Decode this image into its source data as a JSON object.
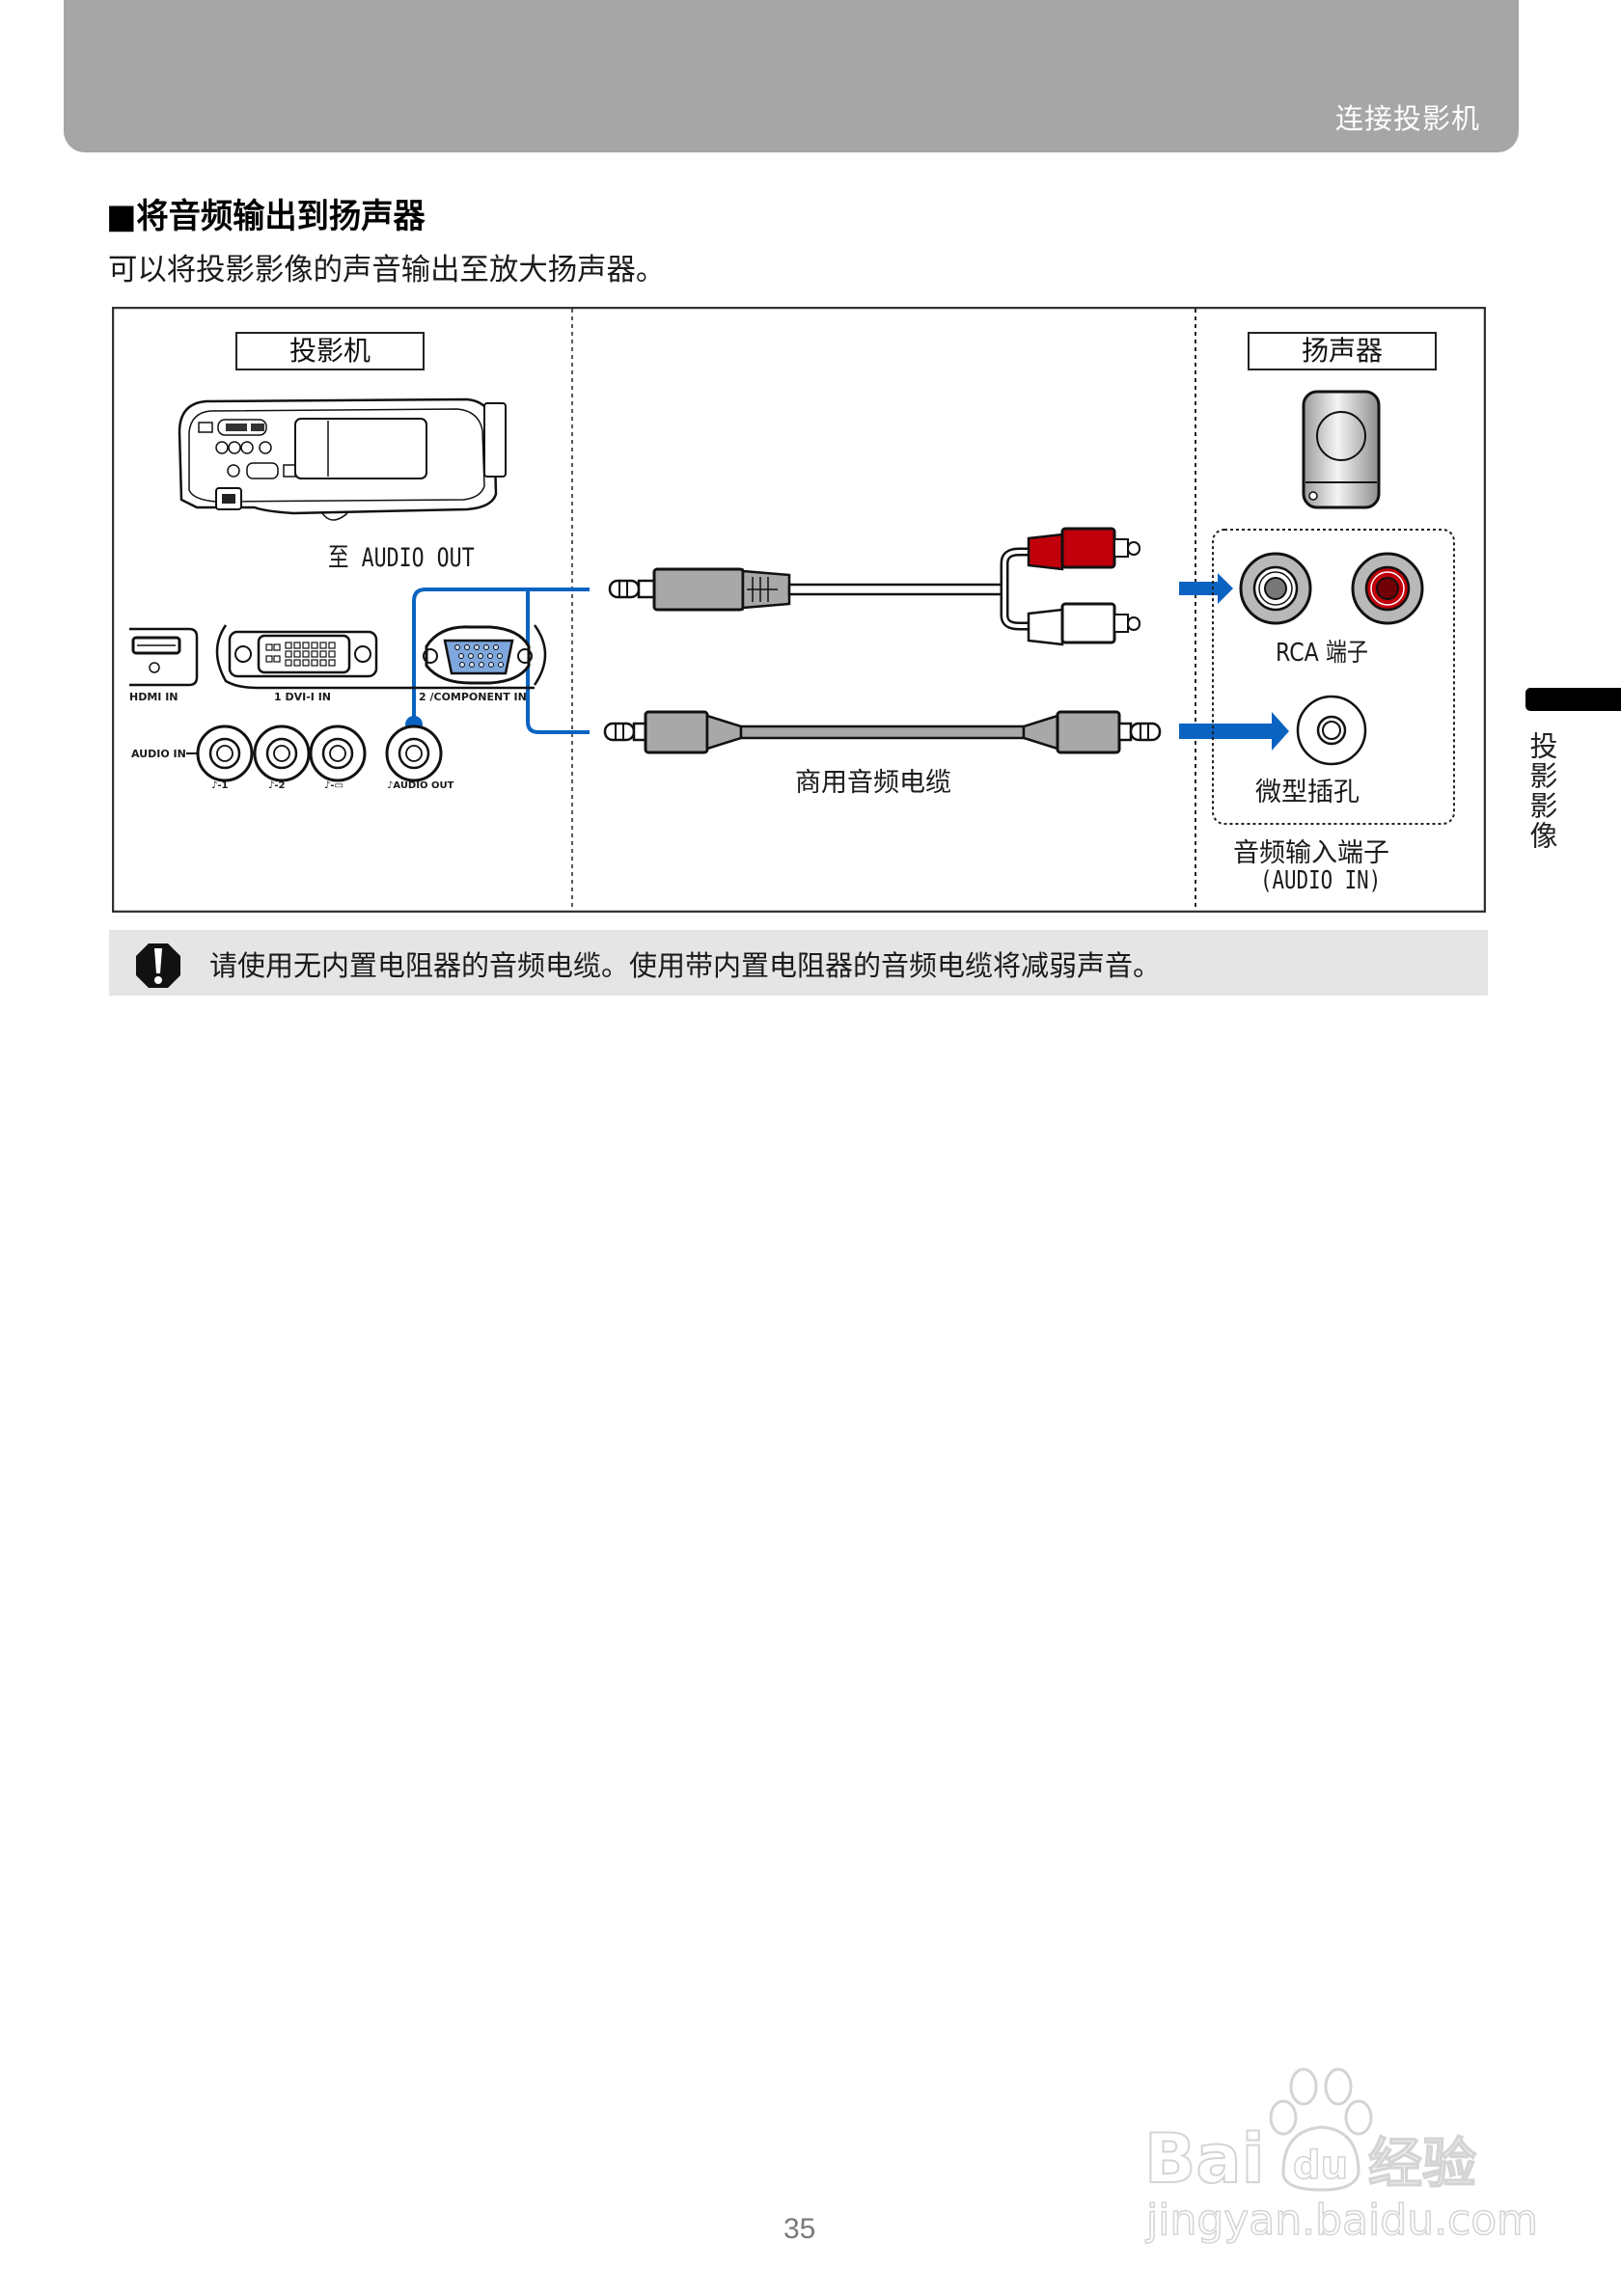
{
  "header": {
    "chapter_title": "连接投影机",
    "band_color": "#a6a6a6"
  },
  "section": {
    "title": "■将音频输出到扬声器",
    "subtitle": "可以将投影影像的声音输出至放大扬声器。"
  },
  "diagram": {
    "projector_label": "投影机",
    "speaker_label": "扬声器",
    "to_audio_out": "至 AUDIO OUT",
    "projector_panel": {
      "hdmi_label": "HDMI IN",
      "dvi_label": "1 DVI-I IN",
      "component_label": "2 /COMPONENT IN",
      "audio_in_label": "AUDIO IN",
      "audio_in_jacks": [
        "♪-1",
        "♪-2",
        "♪-▭"
      ],
      "audio_out_label": "♪AUDIO OUT"
    },
    "cable_label": "商用音频电缆",
    "rca_label": "RCA 端子",
    "mini_jack_label": "微型插孔",
    "audio_input_label": "音频输入端子",
    "audio_input_sub": "(AUDIO IN)",
    "colors": {
      "accent_blue": "#0a63c0",
      "rca_red": "#c0000a",
      "plug_gray": "#a8a8a8"
    }
  },
  "note": {
    "icon": "caution-icon",
    "text": "请使用无内置电阻器的音频电缆。使用带内置电阻器的音频电缆将减弱声音。"
  },
  "side_tab": {
    "label": "投影影像"
  },
  "footer": {
    "page_number": "35"
  },
  "watermark": {
    "brand": "Bai du 经验",
    "url": "jingyan.baidu.com"
  }
}
